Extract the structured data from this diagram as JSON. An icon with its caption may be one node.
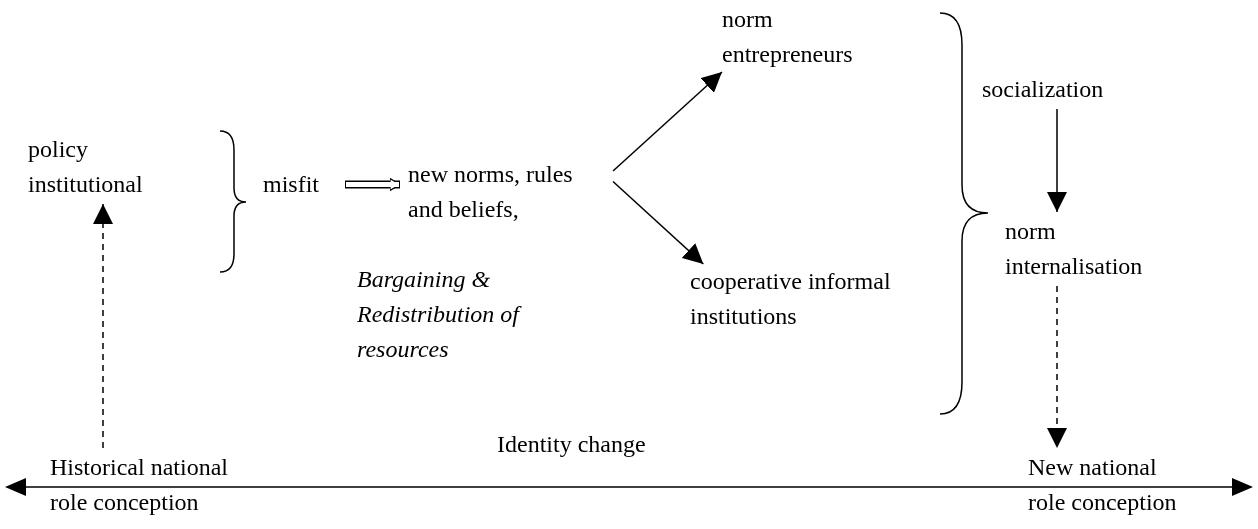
{
  "diagram": {
    "nodes": [
      {
        "text": [
          "policy institutional"
        ]
      },
      {
        "text": [
          "misfit"
        ]
      },
      {
        "text": [
          "new norms, rules and beliefs,"
        ]
      },
      {
        "text": [
          "Bargaining & Redistribution of resources"
        ]
      },
      {
        "text": [
          "norm entrepreneurs"
        ]
      },
      {
        "text": [
          "cooperative informal institutions"
        ]
      },
      {
        "text": [
          "socialization"
        ]
      },
      {
        "text": [
          "norm internalisation"
        ]
      },
      {
        "text": [
          "Historical national role conception"
        ]
      },
      {
        "text": [
          "New national role conception"
        ]
      }
    ],
    "edges": [
      {
        "from": 1,
        "to": 2,
        "arrow": "to",
        "style": "thick"
      },
      {
        "from": 2,
        "to": 4,
        "arrow": "to"
      },
      {
        "from": 2,
        "to": 5,
        "arrow": "to"
      },
      {
        "from": 6,
        "to": 7,
        "arrow": "to"
      },
      {
        "from": 7,
        "to": 9,
        "arrow": "to",
        "style": "dashed"
      },
      {
        "from": 8,
        "to": 0,
        "arrow": "to",
        "style": "dashed"
      }
    ],
    "labels": [
      "Identity change"
    ]
  }
}
